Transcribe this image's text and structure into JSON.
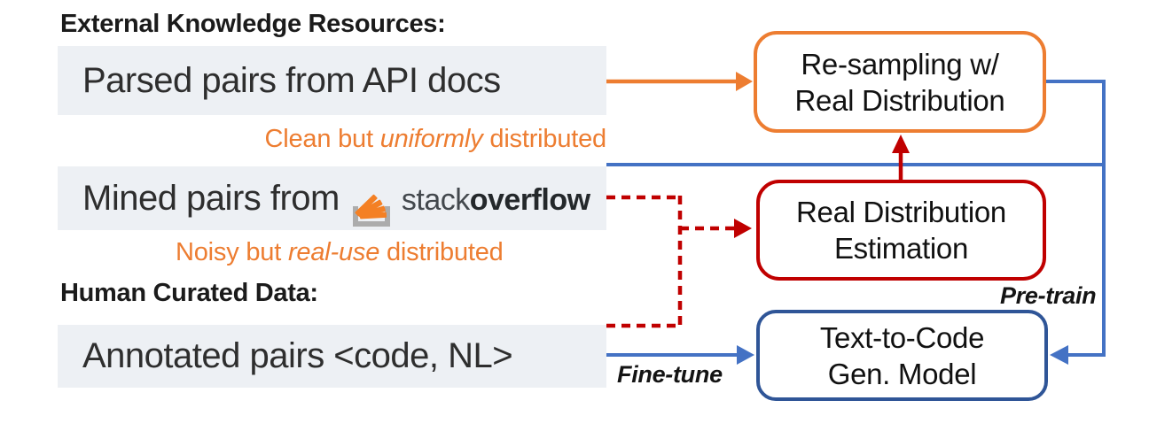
{
  "left_column": {
    "section1_header": "External Knowledge Resources:",
    "panel1_label": "Parsed pairs from API docs",
    "caption1_prefix": "Clean but ",
    "caption1_italic": "uniformly",
    "caption1_suffix": " distributed",
    "panel2_label_prefix": "Mined pairs from",
    "stackoverflow_wordmark": {
      "word1": "stack",
      "word2": "overflow"
    },
    "caption2_prefix": "Noisy but ",
    "caption2_italic": "real-use",
    "caption2_suffix": " distributed",
    "section2_header": "Human Curated Data:",
    "panel3_label": "Annotated pairs <code, NL>"
  },
  "right_column": {
    "resampling_box": {
      "line1": "Re-sampling w/",
      "line2": "Real Distribution"
    },
    "estimation_box": {
      "line1": "Real Distribution",
      "line2": "Estimation"
    },
    "model_box": {
      "line1": "Text-to-Code",
      "line2": "Gen. Model"
    }
  },
  "edge_labels": {
    "pretrain": "Pre-train",
    "finetune": "Fine-tune"
  },
  "colors": {
    "accent_orange": "#ED7D31",
    "accent_red": "#C00000",
    "line_blue": "#4472C4",
    "model_border_blue": "#2F5597",
    "panel_gray": "#EDF0F4",
    "stackoverflow_orange": "#F48024",
    "stackoverflow_tray_gray": "#ACACAC"
  }
}
